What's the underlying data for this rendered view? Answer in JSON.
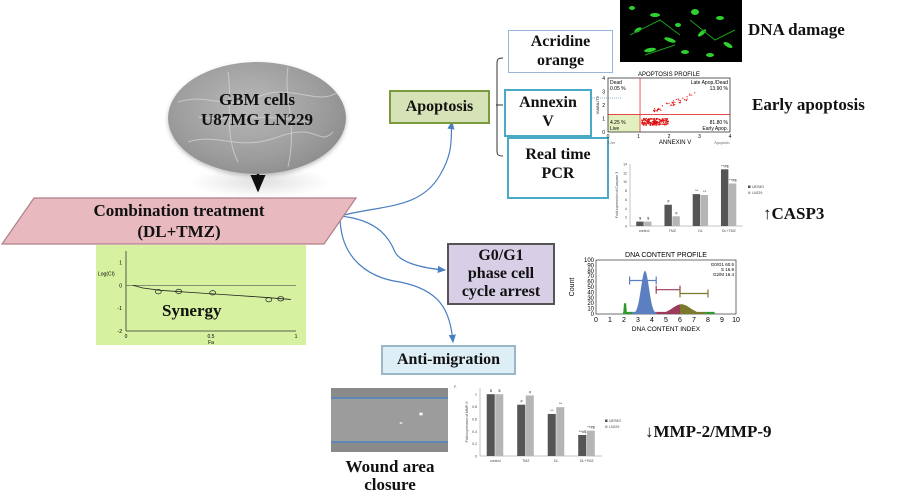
{
  "gbm": {
    "line1": "GBM cells",
    "line2": "U87MG LN229"
  },
  "combination": {
    "line1": "Combination treatment",
    "line2": "(DL+TMZ)"
  },
  "synergy": {
    "label": "Synergy"
  },
  "apoptosis": {
    "label": "Apoptosis",
    "methods": [
      {
        "line1": "Acridine",
        "line2": "orange",
        "result": "DNA damage"
      },
      {
        "line1": "Annexin",
        "line2": "V",
        "result": "Early apoptosis"
      },
      {
        "line1": "Real time",
        "line2": "PCR",
        "result": "CASP3",
        "arrow": "↑"
      }
    ]
  },
  "cell_cycle": {
    "line1": "G0/G1",
    "line2": "phase cell",
    "line3": "cycle arrest"
  },
  "anti_migration": {
    "label": "Anti-migration",
    "result_line1": "Wound area",
    "result_line2": "closure",
    "marker": "MMP-2/MMP-9",
    "arrow": "↓"
  },
  "chart_data": [
    {
      "id": "synergy-ci",
      "type": "scatter",
      "title": "",
      "xlabel": "Fa",
      "ylabel": "Log(CI)",
      "xlim": [
        0,
        1
      ],
      "ylim": [
        -2,
        1.5
      ],
      "xticks": [
        "0",
        "0.5",
        "1"
      ],
      "yticks": [
        "1",
        "0",
        "-1",
        "-2"
      ],
      "points": [
        {
          "x": 0.19,
          "y": -0.28
        },
        {
          "x": 0.31,
          "y": -0.27
        },
        {
          "x": 0.51,
          "y": -0.33
        },
        {
          "x": 0.84,
          "y": -0.63
        },
        {
          "x": 0.91,
          "y": -0.59
        }
      ],
      "curve": [
        [
          0.04,
          0.0
        ],
        [
          0.1,
          -0.12
        ],
        [
          0.2,
          -0.22
        ],
        [
          0.4,
          -0.32
        ],
        [
          0.6,
          -0.42
        ],
        [
          0.8,
          -0.52
        ],
        [
          0.97,
          -0.62
        ]
      ]
    },
    {
      "id": "apoptosis-profile",
      "type": "scatter",
      "title": "APOPTOSIS PROFILE",
      "xlabel": "ANNEXIN V",
      "ylabel": "VIABILITY",
      "xlim": [
        0,
        4
      ],
      "ylim": [
        0,
        4
      ],
      "xticks": [
        "0",
        "1",
        "2",
        "3",
        "4"
      ],
      "yticks": [
        "0",
        "1",
        "2",
        "3",
        "4"
      ],
      "x_sublabels": [
        "Live",
        "Apoptotic"
      ],
      "quadrants": [
        {
          "name": "Dead",
          "value": "0.05 %"
        },
        {
          "name": "Late Apop./Dead",
          "value": "13.90 %"
        },
        {
          "name": "Live",
          "value": "4.25 %"
        },
        {
          "name": "Early Apop.",
          "value": "81.80 %"
        }
      ]
    },
    {
      "id": "casp3-expression",
      "type": "bar",
      "title": "",
      "ylabel": "Fold expression of Caspase 3",
      "categories": [
        "control",
        "TMZ",
        "DL",
        "DL+TMZ"
      ],
      "ylim": [
        0,
        14
      ],
      "yticks": [
        "0",
        "2",
        "4",
        "6",
        "8",
        "10",
        "12",
        "14"
      ],
      "series": [
        {
          "name": "U87MG",
          "values": [
            1.0,
            4.8,
            7.2,
            12.8
          ],
          "color": "#555555"
        },
        {
          "name": "LN229",
          "values": [
            1.0,
            2.2,
            7.0,
            9.6
          ],
          "color": "#b5b5b5"
        }
      ],
      "annotations": [
        [
          "$",
          "$"
        ],
        [
          "#",
          "#"
        ],
        [
          "**",
          "**"
        ],
        [
          "**#$",
          "**#$"
        ]
      ]
    },
    {
      "id": "dna-content-profile",
      "type": "area",
      "title": "DNA CONTENT PROFILE",
      "xlabel": "DNA CONTENT INDEX",
      "ylabel": "Count",
      "xlim": [
        0,
        10
      ],
      "ylim": [
        0,
        100
      ],
      "xticks": [
        "0",
        "1",
        "2",
        "3",
        "4",
        "5",
        "6",
        "7",
        "8",
        "9",
        "10"
      ],
      "yticks": [
        "0",
        "10",
        "20",
        "30",
        "40",
        "50",
        "60",
        "70",
        "80",
        "90",
        "100"
      ],
      "stats": [
        {
          "phase": "G0/G1",
          "value": 60.5
        },
        {
          "phase": "S",
          "value": 16.9
        },
        {
          "phase": "G2/M",
          "value": 16.4
        }
      ],
      "gates": [
        {
          "phase": "G0/G1",
          "from": 2.4,
          "to": 4.3,
          "color": "#5b7fc0"
        },
        {
          "phase": "S",
          "from": 4.3,
          "to": 6.0,
          "color": "#9b3a5b"
        },
        {
          "phase": "G2/M",
          "from": 6.0,
          "to": 8.0,
          "color": "#7a7a2a"
        }
      ]
    },
    {
      "id": "mmp-expression",
      "type": "bar",
      "title": "",
      "panel_label": "F.",
      "ylabel": "Fold expression of MMP-9",
      "categories": [
        "control",
        "TMZ",
        "DL",
        "DL+TMZ"
      ],
      "ylim": [
        0,
        1.1
      ],
      "yticks": [
        "0",
        "0.2",
        "0.4",
        "0.6",
        "0.8",
        "1"
      ],
      "series": [
        {
          "name": "U87MG",
          "values": [
            1.0,
            0.83,
            0.68,
            0.34
          ],
          "color": "#555555"
        },
        {
          "name": "LN229",
          "values": [
            1.0,
            0.98,
            0.79,
            0.41
          ],
          "color": "#b5b5b5"
        }
      ],
      "annotations": [
        [
          "$",
          "$"
        ],
        [
          "#",
          "#"
        ],
        [
          "**",
          "**"
        ],
        [
          "**#$",
          "**#$"
        ]
      ]
    }
  ]
}
